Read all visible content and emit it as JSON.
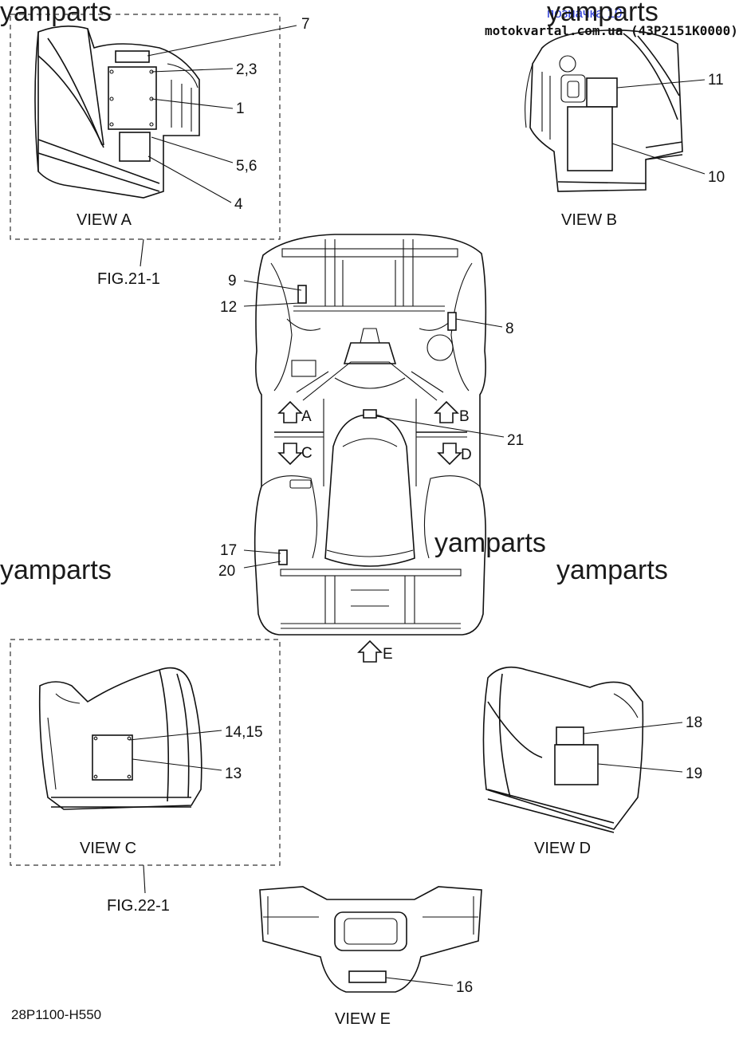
{
  "header": {
    "link_text": "позначка 10",
    "site_text": "motokvartal.com.ua (43P2151K0000)",
    "link_color": "#2a3bd8"
  },
  "watermarks": [
    "yamparts",
    "yamparts",
    "yamparts",
    "yamparts",
    "yamparts"
  ],
  "views": {
    "a": "VIEW A",
    "b": "VIEW B",
    "c": "VIEW C",
    "d": "VIEW D",
    "e": "VIEW E"
  },
  "figures": {
    "fig21": "FIG.21-1",
    "fig22": "FIG.22-1"
  },
  "callouts": {
    "c7": "7",
    "c23": "2,3",
    "c1": "1",
    "c56": "5,6",
    "c4": "4",
    "c11": "11",
    "c10": "10",
    "c9": "9",
    "c12": "12",
    "c8": "8",
    "c21": "21",
    "c17": "17",
    "c20": "20",
    "c1415": "14,15",
    "c13": "13",
    "c18": "18",
    "c19": "19",
    "c16": "16"
  },
  "arrows": {
    "a": "A",
    "b": "B",
    "c": "C",
    "d": "D",
    "e": "E"
  },
  "drawing_code": "28P1100-H550"
}
